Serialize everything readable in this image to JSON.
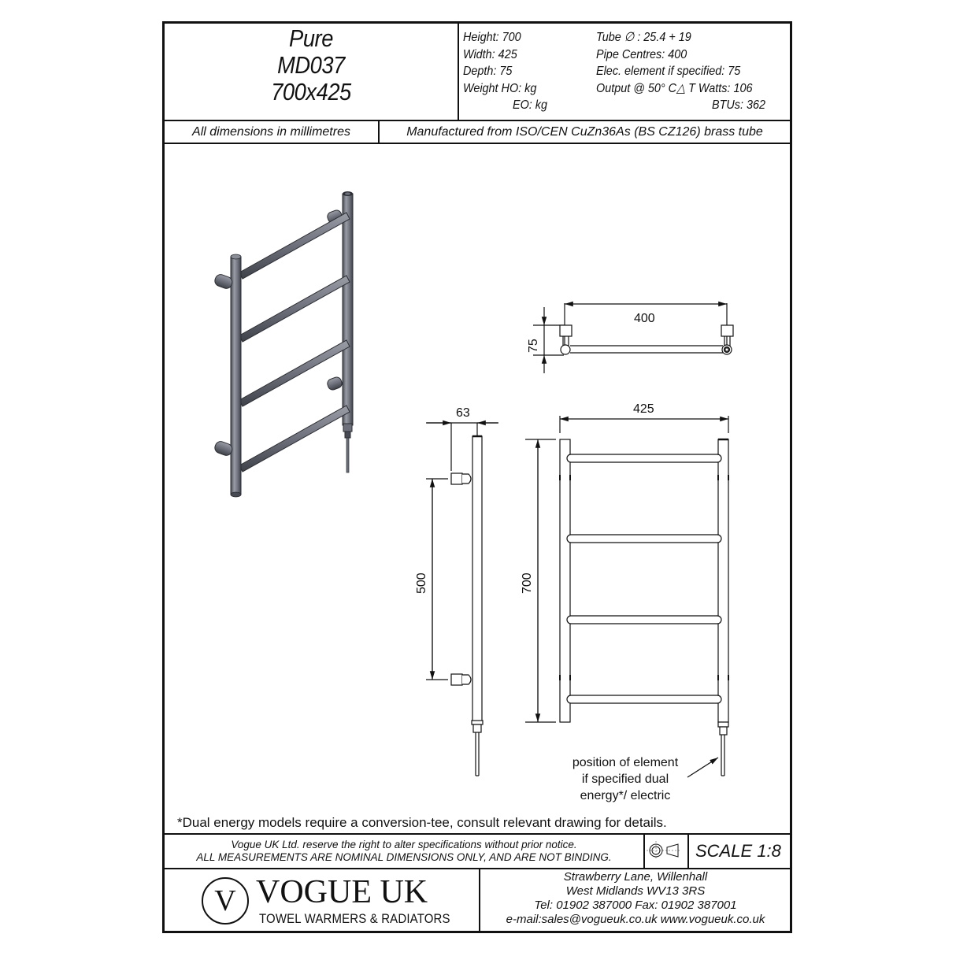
{
  "header": {
    "title_lines": [
      "Pure",
      "MD037",
      "700x425"
    ],
    "specs_left": [
      "Height: 700",
      "Width: 425",
      "Depth: 75",
      "Weight HO:  kg",
      "EO:  kg"
    ],
    "specs_right": [
      "Tube ∅ : 25.4 + 19",
      "Pipe Centres: 400",
      "Elec. element if specified: 75",
      "Output @ 50° C△ T Watts: 106",
      "BTUs: 362"
    ],
    "units_note": "All dimensions in millimetres",
    "material_note": "Manufactured from ISO/CEN CuZn36As (BS CZ126) brass tube"
  },
  "drawing": {
    "iso_view_label": "3D isometric render of towel rail",
    "dimensions": {
      "pipe_centres": "400",
      "depth": "75",
      "wall_offset": "63",
      "bracket_spacing": "500",
      "height": "700",
      "width": "425"
    },
    "element_note": [
      "position of element",
      "if specified dual",
      "energy*/ electric"
    ],
    "colors": {
      "line": "#111111",
      "render_body": "#6d707a",
      "render_highlight": "#9a9da6",
      "render_shadow": "#474a52"
    }
  },
  "footer": {
    "dual_energy_note": "*Dual energy models require a conversion-tee, consult relevant drawing for details.",
    "disclaimer": [
      "Vogue UK Ltd. reserve the right to alter specifications without prior notice.",
      "ALL MEASUREMENTS ARE NOMINAL DIMENSIONS ONLY, AND ARE NOT BINDING."
    ],
    "projection_icon": "third-angle-projection-icon",
    "scale": "SCALE 1:8",
    "brand": {
      "monogram": "V",
      "name": "VOGUE UK",
      "tagline": "TOWEL WARMERS & RADIATORS"
    },
    "address": [
      "Strawberry Lane, Willenhall",
      "West Midlands WV13 3RS",
      "Tel: 01902 387000  Fax: 01902 387001",
      "e-mail:sales@vogueuk.co.uk  www.vogueuk.co.uk"
    ]
  }
}
